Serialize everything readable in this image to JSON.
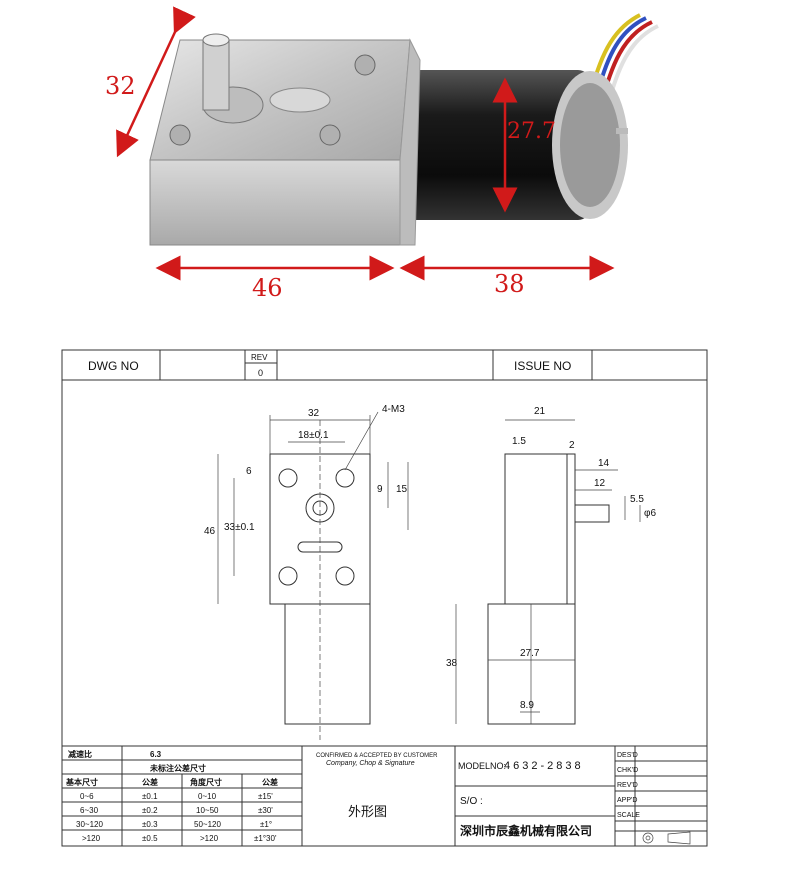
{
  "photo": {
    "dim_width_gearbox": "32",
    "dim_height_motor": "27.7",
    "dim_length_gearbox": "46",
    "dim_length_motor": "38"
  },
  "header": {
    "dwg_no_label": "DWG NO",
    "rev_label": "REV",
    "rev_value": "0",
    "issue_no_label": "ISSUE NO"
  },
  "front_view": {
    "dim_32": "32",
    "dim_18": "18±0.1",
    "dim_thread": "4-M3",
    "dim_6": "6",
    "dim_9": "9",
    "dim_15": "15",
    "dim_46": "46",
    "dim_33": "33±0.1"
  },
  "side_view": {
    "dim_21": "21",
    "dim_1_5": "1.5",
    "dim_2": "2",
    "dim_14": "14",
    "dim_12": "12",
    "dim_5_5": "5.5",
    "dim_phi6": "φ6",
    "dim_38": "38",
    "dim_27_7": "27.7",
    "dim_8_9": "8.9"
  },
  "tolerance_table": {
    "ratio_label": "减速比",
    "ratio_value": "6.3",
    "title": "未标注公差尺寸",
    "headers": [
      "基本尺寸",
      "公差",
      "角度尺寸",
      "公差"
    ],
    "rows": [
      [
        "0~6",
        "±0.1",
        "0~10",
        "±15'"
      ],
      [
        "6~30",
        "±0.2",
        "10~50",
        "±30'"
      ],
      [
        "30~120",
        "±0.3",
        "50~120",
        "±1°"
      ],
      [
        ">120",
        "±0.5",
        ">120",
        "±1°30'"
      ]
    ]
  },
  "title_block": {
    "confirmed_line1": "CONFIRMED & ACCEPTED BY CUSTOMER",
    "confirmed_line2": "Company, Chop & Signature",
    "drawing_name": "外形图",
    "model_label": "MODELNO:",
    "model_value": "4632-2838",
    "so_label": "S/O :",
    "company": "深圳市辰鑫机械有限公司",
    "approvals": [
      "DES'D",
      "CHK'D",
      "REV'D",
      "APP'D",
      "SCALE"
    ]
  }
}
